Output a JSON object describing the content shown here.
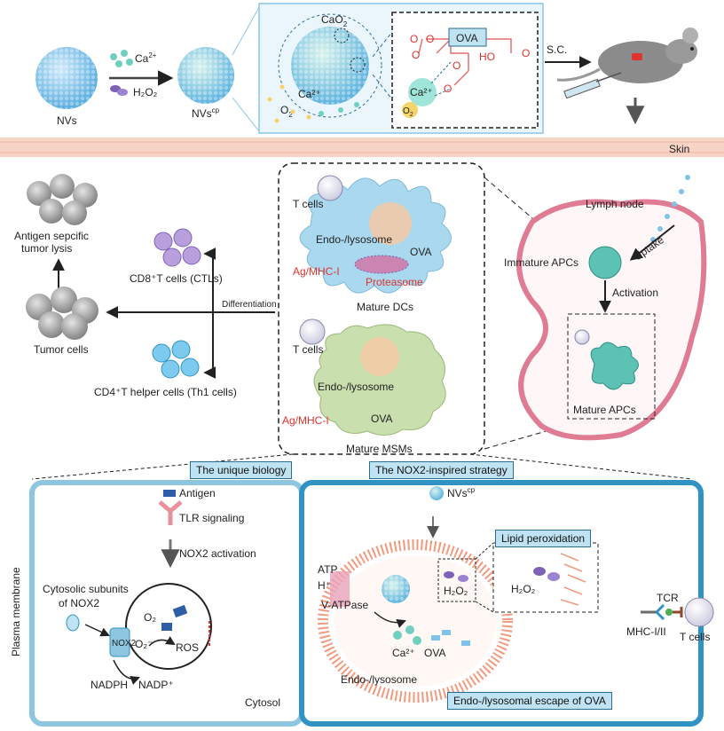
{
  "top": {
    "nvs_label": "NVs",
    "ca_label": "Ca",
    "ca_sup": "2+",
    "h2o2_label": "H₂O₂",
    "nvscp_label": "NVs",
    "cp_sup": "cp",
    "cao2_label": "CaO",
    "cao2_sub": "2",
    "ca2_label": "Ca²⁺",
    "o2_label": "O",
    "o2_sub": "2",
    "ova_label": "OVA",
    "ho_label": "HO",
    "o_label": "O",
    "sc_label": "S.C."
  },
  "skin": {
    "label": "Skin"
  },
  "left": {
    "antigen_lysis": "Antigen sepcific tumor lysis",
    "antigen_lysis_l1": "Antigen sepcific",
    "antigen_lysis_l2": "tumor lysis",
    "tumor_cells": "Tumor cells",
    "cd8": "CD8⁺T cells (CTLs)",
    "cd4": "CD4⁺T helper cells (Th1 cells)",
    "differentiation": "Differentiation"
  },
  "center": {
    "t_cells_1": "T cells",
    "endo_1": "Endo-/lysosome",
    "ova_1": "OVA",
    "ag_mhc_1": "Ag/MHC-I",
    "proteasome": "Proteasome",
    "mature_dcs": "Mature DCs",
    "t_cells_2": "T cells",
    "endo_2": "Endo-/lysosome",
    "ova_2": "OVA",
    "ag_mhc_2": "Ag/MHC-I",
    "mature_msms": "Mature MSMs"
  },
  "right": {
    "lymph_node": "Lymph node",
    "uptake": "Uptake",
    "immature_apcs": "Immature APCs",
    "activation": "Activation",
    "mature_apcs": "Mature APCs"
  },
  "bottom": {
    "tag_biology": "The unique biology",
    "tag_nox2": "The NOX2-inspired strategy",
    "antigen": "Antigen",
    "tlr": "TLR signaling",
    "nox2_activation": "NOX2 activation",
    "cytosolic_1": "Cytosolic subunits",
    "cytosolic_2": "of NOX2",
    "plasma_membrane": "Plasma membrane",
    "o2": "O₂",
    "o2_minus": "O₂⁻",
    "ros": "ROS",
    "nox2": "NOX2",
    "nadph": "NADPH",
    "nadp": "NADP⁺",
    "cytosol": "Cytosol",
    "nvscp": "NVs",
    "cp_sup": "cp",
    "atp": "ATP",
    "h_plus": "H⁺",
    "vatpase": "V-ATPase",
    "ca2": "Ca²⁺",
    "ova": "OVA",
    "h2o2_1": "H₂O₂",
    "h2o2_2": "H₂O₂",
    "lipid_perox": "Lipid peroxidation",
    "endo_lyso": "Endo-/lysosome",
    "escape": "Endo-/lysosomal escape of OVA",
    "tcr": "TCR",
    "mhc": "MHC-I/II",
    "t_cells": "T cells"
  },
  "colors": {
    "nanovaccine_blue": "#7fc3ea",
    "skin_pink": "#f7d4c6",
    "dc_blue": "#a9d8ef",
    "msm_green": "#c9dfae",
    "apc_teal": "#5cc3b4",
    "tumor_gray": "#9a9a9a",
    "cd8_purple": "#b9a0dd",
    "cd4_blue": "#7ccbee",
    "lymph_pink": "#f2b5c2",
    "membrane_blue": "#2f94c3",
    "accent_red": "#e0332d"
  }
}
